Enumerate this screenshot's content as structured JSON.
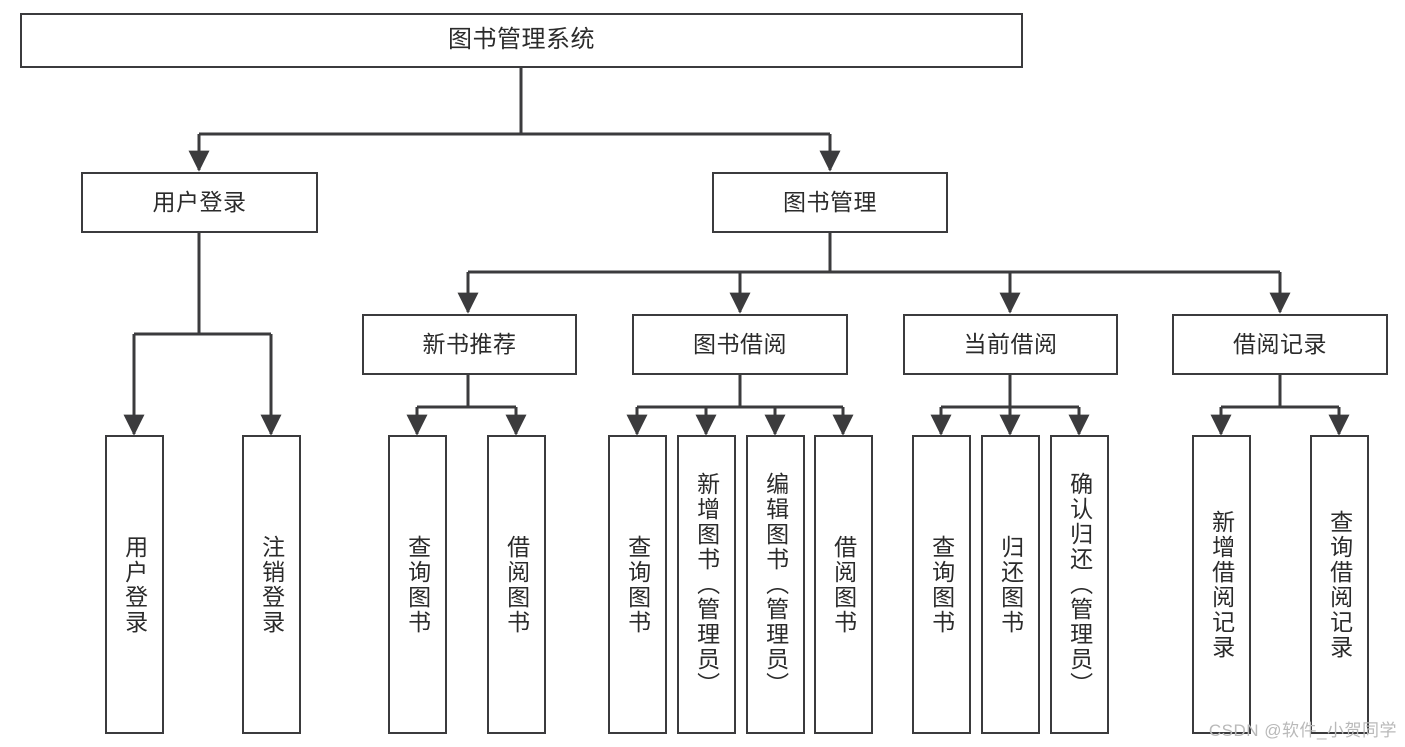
{
  "diagram": {
    "title": "图书管理系统",
    "type": "hierarchy-tree",
    "watermark": "CSDN @软件_小贺同学",
    "colors": {
      "box_border": "#3b3b3d",
      "box_fill": "#ffffff",
      "connector": "#3b3b3d",
      "text": "#2b2b2b",
      "watermark": "#b9b9b9"
    },
    "levels": 4
  },
  "nodes": {
    "root": {
      "label": "图书管理系统"
    },
    "level2": [
      {
        "id": "user-login",
        "label": "用户登录"
      },
      {
        "id": "book-manage",
        "label": "图书管理"
      }
    ],
    "level3": [
      {
        "id": "new-book-recommend",
        "label": "新书推荐"
      },
      {
        "id": "book-borrow",
        "label": "图书借阅"
      },
      {
        "id": "current-borrow",
        "label": "当前借阅"
      },
      {
        "id": "borrow-record",
        "label": "借阅记录"
      }
    ],
    "leaves": {
      "user_login": [
        {
          "id": "leaf-user-login",
          "label": "用户登录"
        },
        {
          "id": "leaf-logout-login",
          "label": "注销登录"
        }
      ],
      "new_book_recommend": [
        {
          "id": "leaf-query-book-1",
          "label": "查询图书"
        },
        {
          "id": "leaf-borrow-book-1",
          "label": "借阅图书"
        }
      ],
      "book_borrow": [
        {
          "id": "leaf-query-book-2",
          "label": "查询图书"
        },
        {
          "id": "leaf-add-book",
          "label": "新增图书（管理员）"
        },
        {
          "id": "leaf-edit-book",
          "label": "编辑图书（管理员）"
        },
        {
          "id": "leaf-borrow-book-2",
          "label": "借阅图书"
        }
      ],
      "current_borrow": [
        {
          "id": "leaf-query-book-3",
          "label": "查询图书"
        },
        {
          "id": "leaf-return-book",
          "label": "归还图书"
        },
        {
          "id": "leaf-confirm-return",
          "label": "确认归还（管理员）"
        }
      ],
      "borrow_record": [
        {
          "id": "leaf-add-record",
          "label": "新增借阅记录"
        },
        {
          "id": "leaf-query-record",
          "label": "查询借阅记录"
        }
      ]
    }
  }
}
